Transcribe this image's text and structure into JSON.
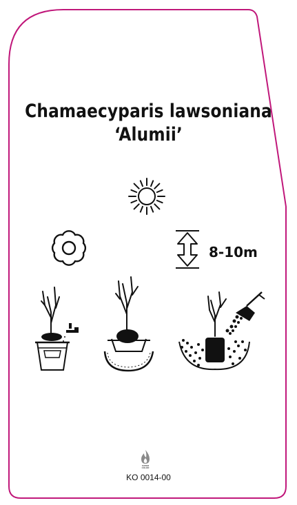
{
  "plant": {
    "name_line1": "Chamaecyparis lawsoniana",
    "name_line2": "‘Alumii’"
  },
  "height": {
    "value": "8-10m",
    "icon": "height-arrow-icon"
  },
  "icons": {
    "sun": "sun-icon",
    "flower": "flower-icon",
    "soak": "bucket-watering-icon",
    "plant": "planting-hole-icon",
    "backfill": "backfill-soil-icon",
    "brand": "flame-logo-icon"
  },
  "brand": {
    "line1": "SUPER",
    "line2": "COLOR"
  },
  "footer": {
    "code": "KO 0014-00"
  },
  "colors": {
    "frame": "#c0177a",
    "ink": "#111111"
  }
}
